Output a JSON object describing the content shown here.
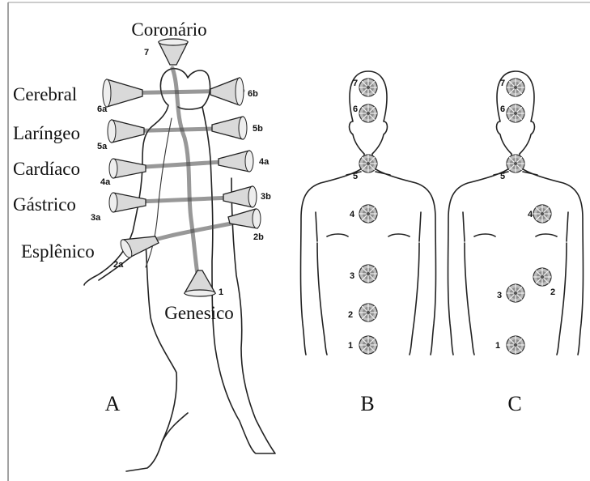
{
  "panel_labels": {
    "a": "A",
    "b": "B",
    "c": "C"
  },
  "panel_a": {
    "centers": [
      {
        "name": "Coronário",
        "number": "7"
      },
      {
        "name": "Cerebral",
        "front": "6a",
        "back": "6b"
      },
      {
        "name": "Laríngeo",
        "front": "5a",
        "back": "5b"
      },
      {
        "name": "Cardíaco",
        "front": "4a",
        "back": "4a"
      },
      {
        "name": "Gástrico",
        "front": "3a",
        "back": "3b"
      },
      {
        "name": "Esplênico",
        "front": "2a",
        "back": "2b"
      },
      {
        "name": "Genesico",
        "number": "1"
      }
    ]
  },
  "panel_b": {
    "numbers": [
      "7",
      "6",
      "5",
      "4",
      "3",
      "2",
      "1"
    ]
  },
  "panel_c": {
    "numbers": [
      "7",
      "6",
      "5",
      "4",
      "3",
      "2",
      "1"
    ]
  }
}
